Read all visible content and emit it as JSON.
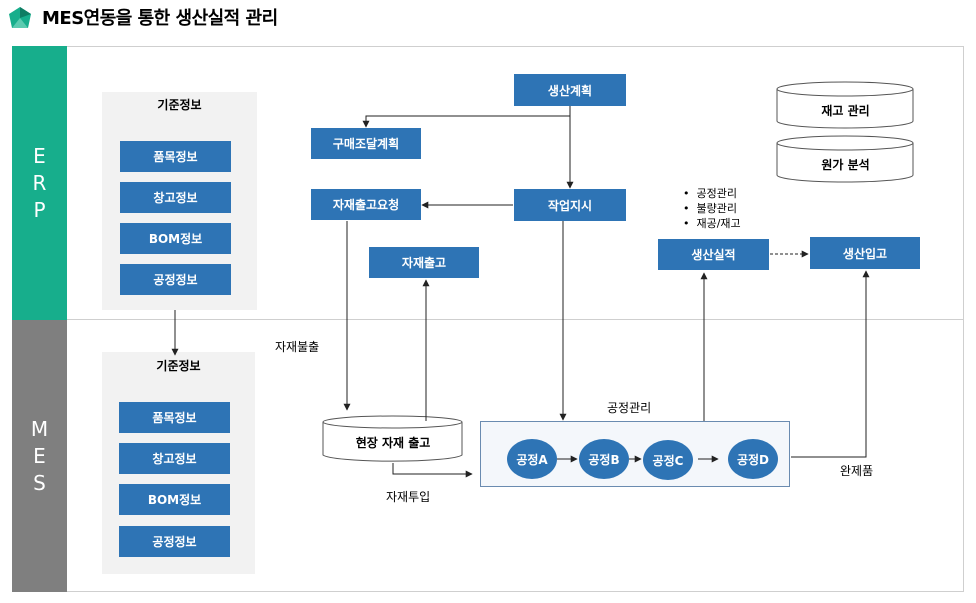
{
  "title": "MES연동을 통한 생산실적 관리",
  "bands": {
    "erp": [
      "E",
      "R",
      "P"
    ],
    "mes": [
      "M",
      "E",
      "S"
    ]
  },
  "erp_master": {
    "label": "기준정보",
    "items": [
      "품목정보",
      "창고정보",
      "BOM정보",
      "공정정보"
    ]
  },
  "mes_master": {
    "label": "기준정보",
    "items": [
      "품목정보",
      "창고정보",
      "BOM정보",
      "공정정보"
    ]
  },
  "erp_boxes": {
    "production_plan": "생산계획",
    "purchase_plan": "구매조달계획",
    "work_order": "작업지시",
    "material_request": "자재출고요청",
    "material_issue": "자재출고",
    "production_result": "생산실적",
    "production_receipt": "생산입고",
    "inventory": "재고 관리",
    "cost_analysis": "원가 분석"
  },
  "result_bullets": [
    "공정관리",
    "불량관리",
    "재공/재고"
  ],
  "labels": {
    "material_outflow": "자재불출",
    "field_issue": "현장 자재 출고",
    "material_input": "자재투입",
    "process_mgmt": "공정관리",
    "finished_goods": "완제품"
  },
  "processes": [
    "공정A",
    "공정B",
    "공정C",
    "공정D"
  ]
}
